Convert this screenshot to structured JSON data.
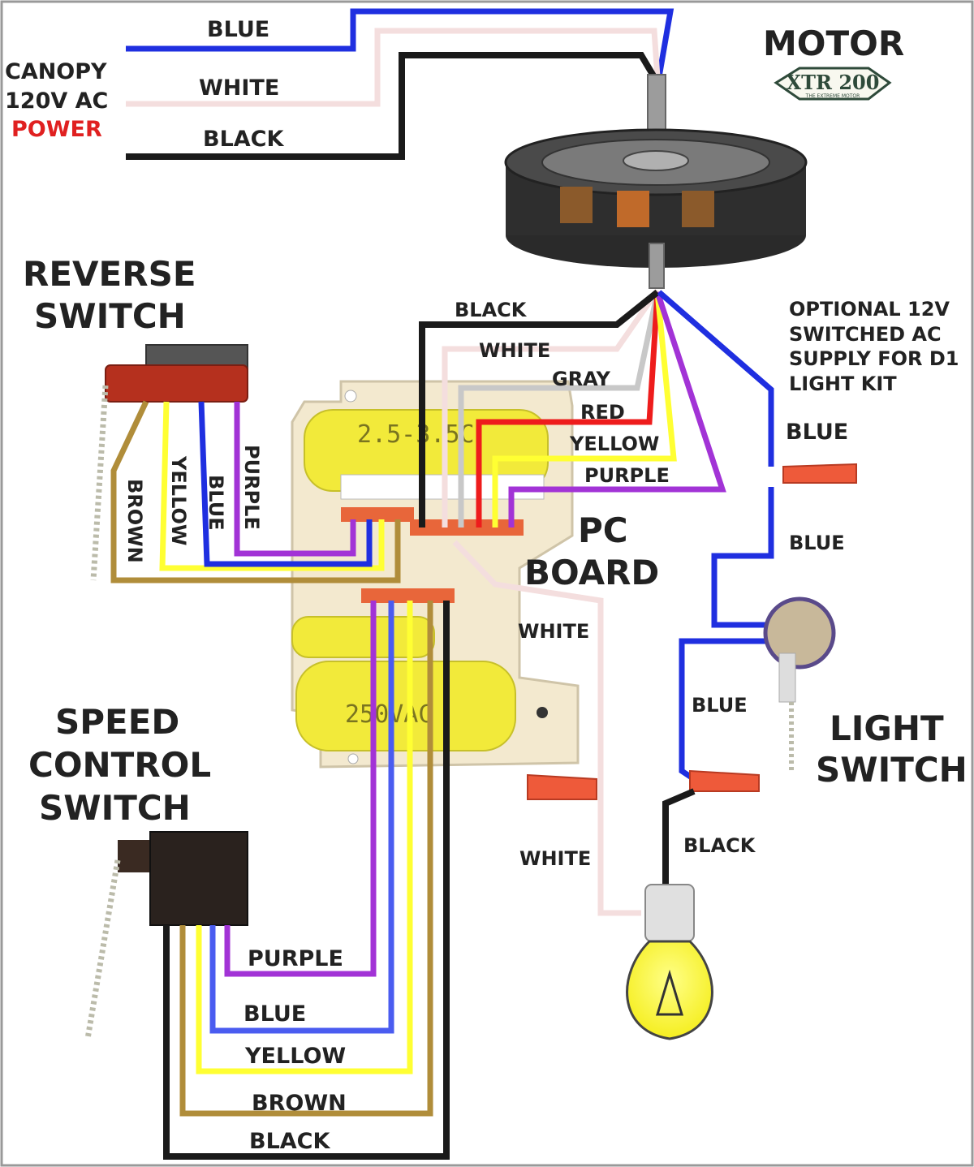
{
  "canopy": {
    "line1": "CANOPY",
    "line2": "120V AC",
    "line3": "POWER",
    "wires": {
      "blue": "BLUE",
      "white": "WHITE",
      "black": "BLACK"
    }
  },
  "motor": {
    "title": "MOTOR",
    "logo_text": "XTR 200",
    "logo_subtext": "THE EXTREME MOTOR",
    "wires": {
      "black": "BLACK",
      "white": "WHITE",
      "gray": "GRAY",
      "red": "RED",
      "yellow": "YELLOW",
      "purple": "PURPLE"
    }
  },
  "reverse_switch": {
    "line1": "REVERSE",
    "line2": "SWITCH",
    "wires": {
      "brown": "BROWN",
      "yellow": "YELLOW",
      "blue": "BLUE",
      "purple": "PURPLE"
    }
  },
  "pc_board": {
    "line1": "PC",
    "line2": "BOARD",
    "capacitor_text_1": "2.5-3.5C",
    "capacitor_text_2": "250VAC",
    "white_wire": "WHITE"
  },
  "optional_supply": {
    "line1": "OPTIONAL 12V",
    "line2": "SWITCHED AC",
    "line3": "SUPPLY FOR D1",
    "line4": "LIGHT KIT"
  },
  "light": {
    "blue_1": "BLUE",
    "blue_2": "BLUE",
    "blue_3": "BLUE",
    "switch_line1": "LIGHT",
    "switch_line2": "SWITCH",
    "black": "BLACK",
    "white": "WHITE"
  },
  "speed_control": {
    "line1": "SPEED",
    "line2": "CONTROL",
    "line3": "SWITCH",
    "wires": {
      "purple": "PURPLE",
      "blue": "BLUE",
      "yellow": "YELLOW",
      "brown": "BROWN",
      "black": "BLACK"
    }
  },
  "colors": {
    "blue": "#1f2fe0",
    "black": "#1a1a1a",
    "white_wire": "#f4dede",
    "gray": "#c8c8c8",
    "red": "#ee1c1c",
    "yellow": "#ffff33",
    "purple": "#a233d6",
    "brown": "#b08d3a",
    "power_red": "#e02020",
    "capacitor": "#f2ea3a",
    "board": "#f3e9cf",
    "wire_nut": "#ee5a3a"
  }
}
